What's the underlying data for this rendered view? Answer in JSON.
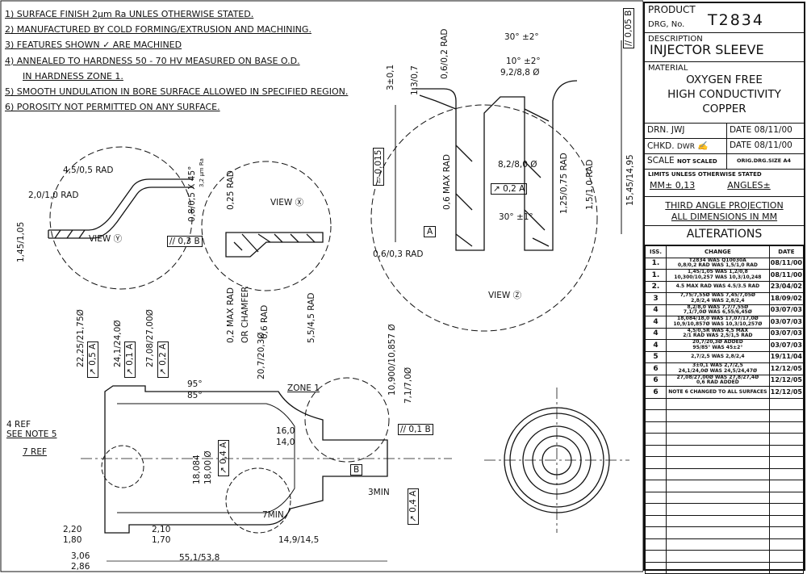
{
  "notes": [
    "1) SURFACE FINISH 2µm Ra UNLES OTHERWISE STATED.",
    "2) MANUFACTURED BY COLD FORMING/EXTRUSION AND MACHINING.",
    "3) FEATURES SHOWN  ✓  ARE MACHINED",
    "4) ANNEALED TO HARDNESS 50 - 70 HV MEASURED ON BASE O.D.",
    "IN HARDNESS ZONE 1.",
    "5) SMOOTH UNDULATION IN BORE SURFACE ALLOWED IN SPECIFIED REGION.",
    "6) POROSITY NOT PERMITTED  ON ANY SURFACE."
  ],
  "title_block": {
    "product_label": "PRODUCT",
    "drg_label": "DRG, No.",
    "drg_no": "T2834",
    "description_label": "DESCRIPTION",
    "description": "INJECTOR SLEEVE",
    "material_label": "MATERIAL",
    "material": [
      "OXYGEN FREE",
      "HIGH CONDUCTIVITY",
      "COPPER"
    ],
    "drn_label": "DRN.",
    "drn": "JWJ",
    "drn_date": "DATE 08/11/00",
    "chkd_label": "CHKD.",
    "chkd": "DWR",
    "chkd_date": "DATE 08/11/00",
    "scale_label": "SCALE",
    "scale": "NOT SCALED",
    "orig_size": "ORIG.DRG.SIZE A4",
    "limits_label": "LIMITS UNLESS OTHERWISE STATED",
    "mm_tol": "MM± 0,13",
    "angles_tol": "ANGLES±",
    "projection": "THIRD ANGLE PROJECTION",
    "units": "ALL DIMENSIONS IN MM",
    "alterations_title": "ALTERATIONS",
    "alt_headers": [
      "ISS.",
      "CHANGE",
      "DATE"
    ],
    "alterations": [
      {
        "iss": "1.",
        "l1": "T2834 WAS Q10030A",
        "l2": "0,8/0,2 RAD WAS 1,5/1,0 RAD",
        "date": "08/11/00"
      },
      {
        "iss": "1.",
        "l1": "1,45/1,05 WAS 1,2/0,8",
        "l2": "10,300/10,257 WAS 10,3/10,248",
        "date": "08/11/00"
      },
      {
        "iss": "2.",
        "l1": "4.5 MAX RAD WAS 4.5/3.5 RAD",
        "l2": "",
        "date": "23/04/02"
      },
      {
        "iss": "3",
        "l1": "7,75/7,55Ø WAS 7,45/7,05Ø",
        "l2": "2,8/2,4 WAS 2,8/2,4",
        "date": "18/09/02"
      },
      {
        "iss": "4",
        "l1": "8,2/8,0 WAS 7,7/7,55Ø",
        "l2": "7,1/7,0Ø WAS 6,55/6,45Ø",
        "date": "03/07/03"
      },
      {
        "iss": "4",
        "l1": "18,084/18,0 WAS 17,07/17,0Ø",
        "l2": "10,9/10,857Ø WAS 10,3/10,257Ø",
        "date": "03/07/03"
      },
      {
        "iss": "4",
        "l1": "4,5/0,5R WAS 4,5 MAX",
        "l2": "2/1 RAD WAS 2,5/1,5 RAD",
        "date": "03/07/03"
      },
      {
        "iss": "4",
        "l1": "20,7/20,3Ø ADDED",
        "l2": "95/85° WAS 45±2°",
        "date": "03/07/03"
      },
      {
        "iss": "5",
        "l1": "2,7/2,5 WAS 2,8/2,4",
        "l2": "",
        "date": "19/11/04"
      },
      {
        "iss": "6",
        "l1": "3±0,1 WAS 2,7/2,5",
        "l2": "24,1/24,0Ø WAS 24,5/24,47Ø",
        "date": "12/12/05"
      },
      {
        "iss": "6",
        "l1": "27,08/27,00Ø WAS 27,8/27,4Ø",
        "l2": "0,6 RAD ADDED",
        "date": "12/12/05"
      },
      {
        "iss": "6",
        "l1": "NOTE 6 CHANGED TO ALL SURFACES",
        "l2": "",
        "date": "12/12/05"
      }
    ]
  },
  "dims": {
    "rad_45": "4,5/0,5 RAD",
    "rad_21": "2,0/1,0 RAD",
    "view_y": "VIEW Ⓨ",
    "d145": "1,45/1,05",
    "ff03b": "// 0,3 B",
    "cham": "0,8/0,5 X 45°",
    "ra": "3,2 µm Ra",
    "r025": "0,25 RAD",
    "view_x": "VIEW Ⓧ",
    "r02max": "0,2 MAX RAD",
    "orch": "OR CHAMFER",
    "r06": "0,6 RAD",
    "r554": "5,5/4,5 RAD",
    "d3": "3±0,1",
    "d13": "1,3/0,7",
    "r062": "0,6/0,2 RAD",
    "a30": "30° ±2°",
    "a10": "10° ±2°",
    "d92": "9,2/8,8 Ø",
    "r06max": "0,6 MAX RAD",
    "d82": "8,2/8,0 Ø",
    "fr02a": "↗ 0,2 A",
    "r125": "1,25/0,75 RAD",
    "r15": "1,5/1,0 RAD",
    "a30b": "30° ±1°",
    "datA": "A",
    "r063": "0,6/0,3 RAD",
    "view_z": "VIEW Ⓩ",
    "flat": "▱ 0,015",
    "par005": "// 0,05 B",
    "d1545": "15,45/14,95",
    "d2225": "22,25/21,75Ø",
    "fr05a": "↗ 0,5 A",
    "d241": "24,1/24,0Ø",
    "fr01a": "↗ 0,1 A",
    "d2708": "27,08/27,00Ø",
    "fr02a2": "↗ 0,2 A",
    "a95": "95°",
    "a85": "85°",
    "d207": "20,7/20,3Ø",
    "zone": "ZONE 1",
    "d109": "10,900/10,857 Ø",
    "d71": "7,1/7,0Ø",
    "fr01b": "// 0,1 B",
    "ref4": "4 REF",
    "see5": "SEE NOTE 5",
    "ref7": "7 REF",
    "d18": "18,084",
    "d18b": "18,00 Ø",
    "fr04a": "↗ 0,4 A",
    "d16": "16,0",
    "d14": "14,0",
    "datB": "B",
    "d3min": "3MIN",
    "fr04a2": "↗ 0,4 A",
    "d7min": "7MIN",
    "d220": "2,20",
    "d180": "1,80",
    "d306": "3,06",
    "d286": "2,86",
    "d210": "2,10",
    "d170": "1,70",
    "d149": "14,9/14,5",
    "d551": "55,1/53,8"
  }
}
